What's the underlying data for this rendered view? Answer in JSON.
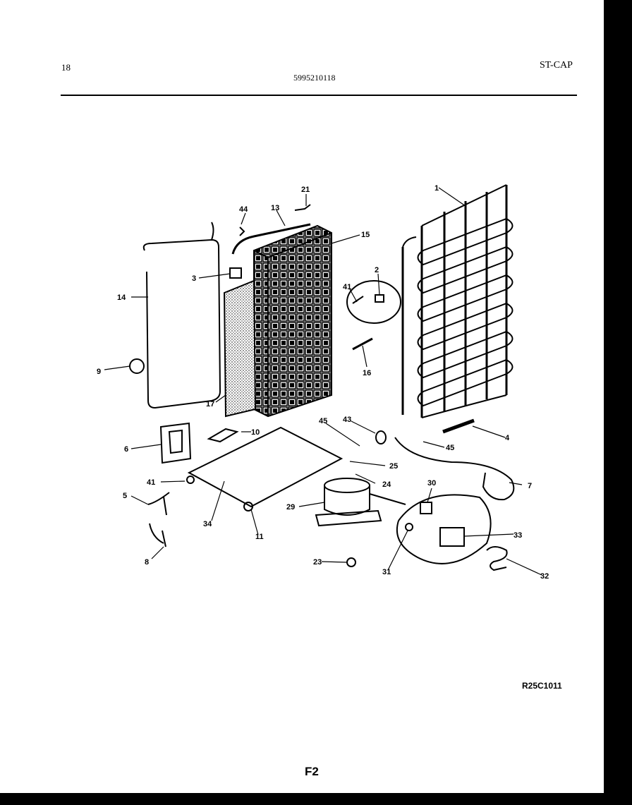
{
  "header": {
    "page_number": "18",
    "model_number": "5995210118",
    "section_code": "ST-CAP"
  },
  "footer": {
    "diagram_reference": "R25C1011",
    "figure_code": "F2"
  },
  "callouts": [
    "1",
    "2",
    "3",
    "4",
    "5",
    "6",
    "7",
    "8",
    "9",
    "10",
    "11",
    "13",
    "14",
    "15",
    "16",
    "17",
    "21",
    "23",
    "24",
    "25",
    "29",
    "30",
    "31",
    "32",
    "33",
    "34",
    "41",
    "41",
    "43",
    "44",
    "45",
    "45"
  ]
}
